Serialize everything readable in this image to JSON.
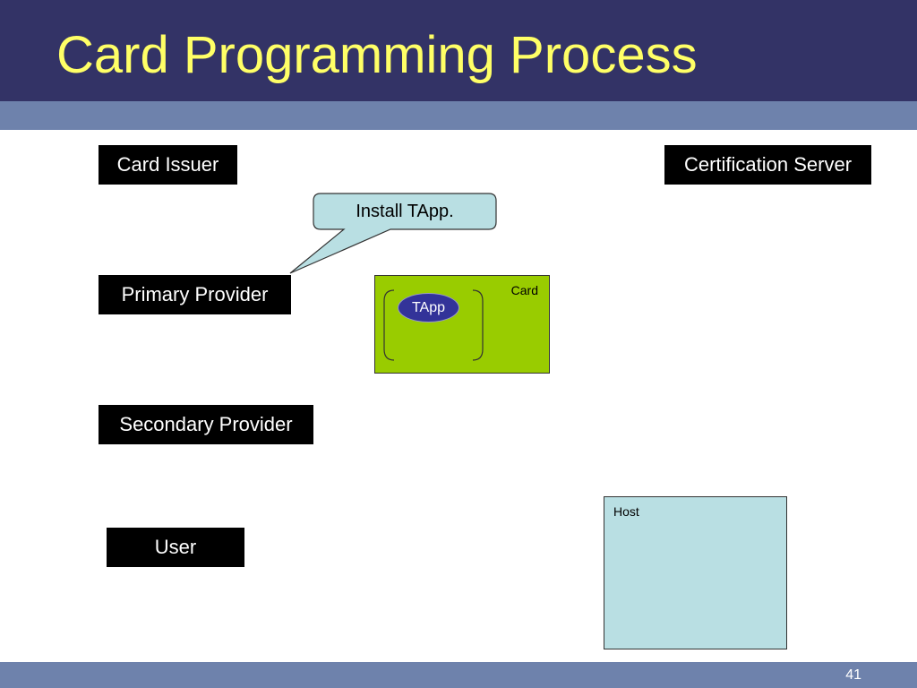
{
  "slide": {
    "title": "Card Programming Process",
    "number": "41"
  },
  "actors": {
    "card_issuer": "Card Issuer",
    "certification_server": "Certification Server",
    "primary_provider": "Primary Provider",
    "secondary_provider": "Secondary Provider",
    "user": "User"
  },
  "callout": {
    "text": "Install TApp."
  },
  "card": {
    "label": "Card",
    "app": "TApp"
  },
  "host": {
    "label": "Host"
  },
  "colors": {
    "title_bar": "#333366",
    "title_text": "#ffff66",
    "stripe": "#6e82ac",
    "card_fill": "#99cc00",
    "host_fill": "#b9dfe3",
    "callout_fill": "#b9dfe3",
    "tapp_fill": "#333399"
  }
}
